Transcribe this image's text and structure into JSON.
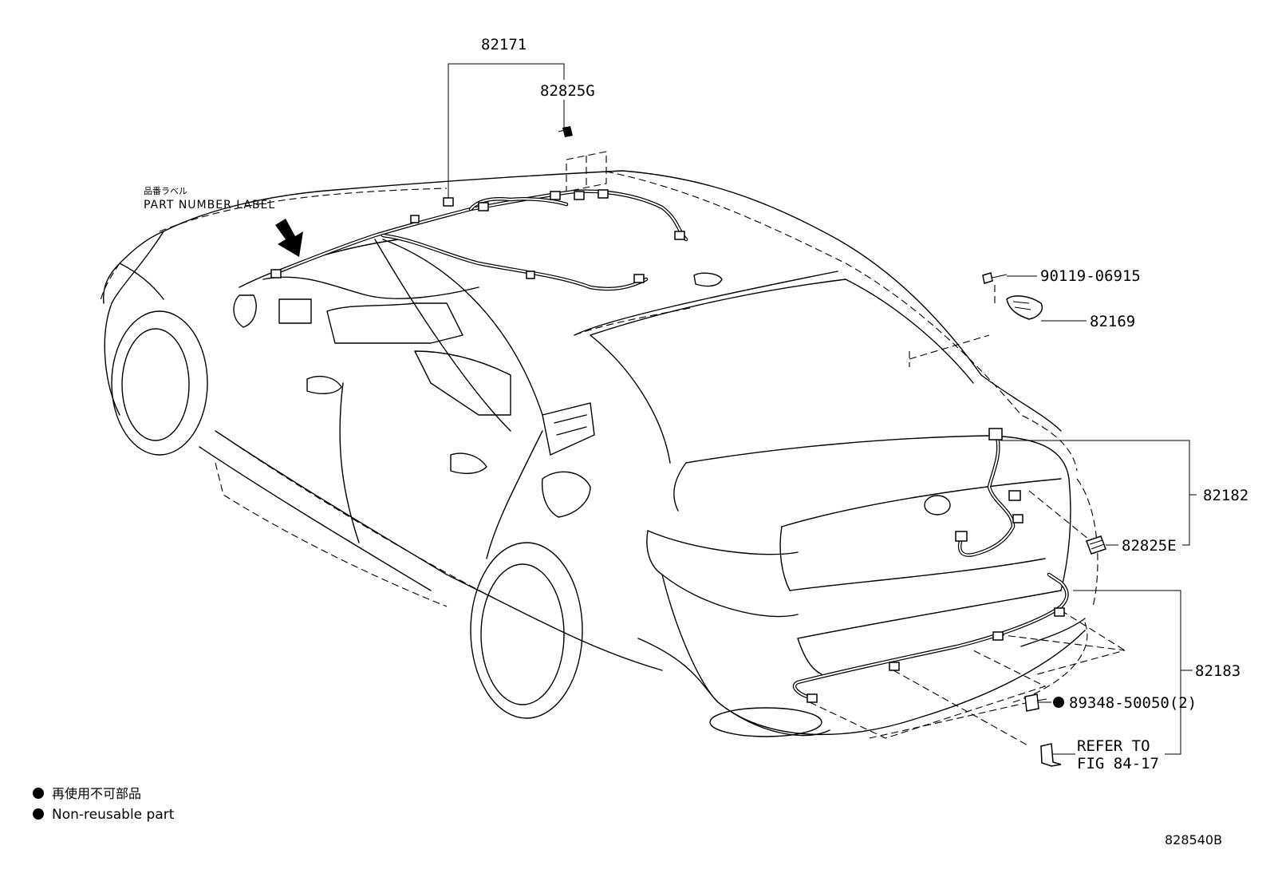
{
  "labels": {
    "p82171": "82171",
    "p82825G": "82825G",
    "p90119": "90119-06915",
    "p82169": "82169",
    "p82182": "82182",
    "p82825E": "82825E",
    "p82183": "82183",
    "p89348": "89348-50050(2)",
    "refer_line1": "REFER TO",
    "refer_line2": "FIG 84-17",
    "part_label_jp": "品番ラベル",
    "part_label_en": "PART NUMBER LABEL"
  },
  "legend": {
    "jp": "再使用不可部品",
    "en": "Non-reusable part"
  },
  "figure_id": "828540B"
}
